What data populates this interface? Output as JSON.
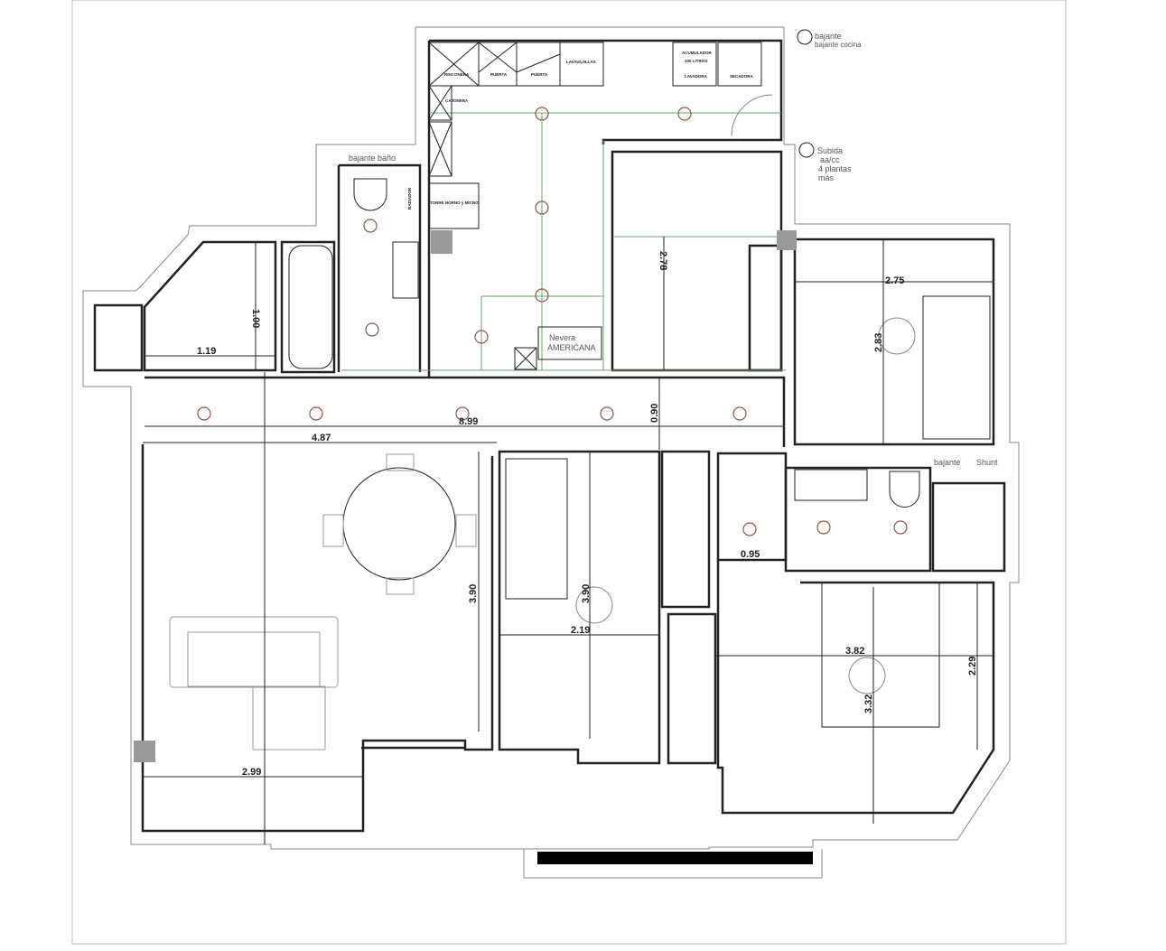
{
  "labels": {
    "bajante_cocina": "bajante cocina",
    "subida_line1": "Subida",
    "subida_line2": "aa/cc",
    "subida_line3": "4 plantas",
    "subida_line4": "más",
    "bajante_bano": "bajante baño",
    "nevera_line1": "Nevera",
    "nevera_line2": "AMERICANA",
    "bajante_right": "bajante",
    "shunt": "Shunt"
  },
  "kitchen_units": {
    "rinconera": "RINCONERA",
    "puerta1": "PUERTA",
    "puerta2": "PUERTA",
    "lavavajillas": "LAVAVAJILLAS",
    "acumulador_line1": "ACUMULADOR",
    "acumulador_line2": "100 LITROS",
    "lavadora": "LAVADORA",
    "secadora": "SECADORA",
    "cajonera": "CAJONERA",
    "torre": "TORRE HORNO y MICRO",
    "radiador": "RADIADOR"
  },
  "dimensions": [
    "1.00",
    "1.19",
    "8.99",
    "4.87",
    "0.90",
    "2.78",
    "2.75",
    "2.83",
    "3.90",
    "3.90",
    "2.19",
    "0.95",
    "3.82",
    "3.32",
    "2.29",
    "2.99"
  ]
}
